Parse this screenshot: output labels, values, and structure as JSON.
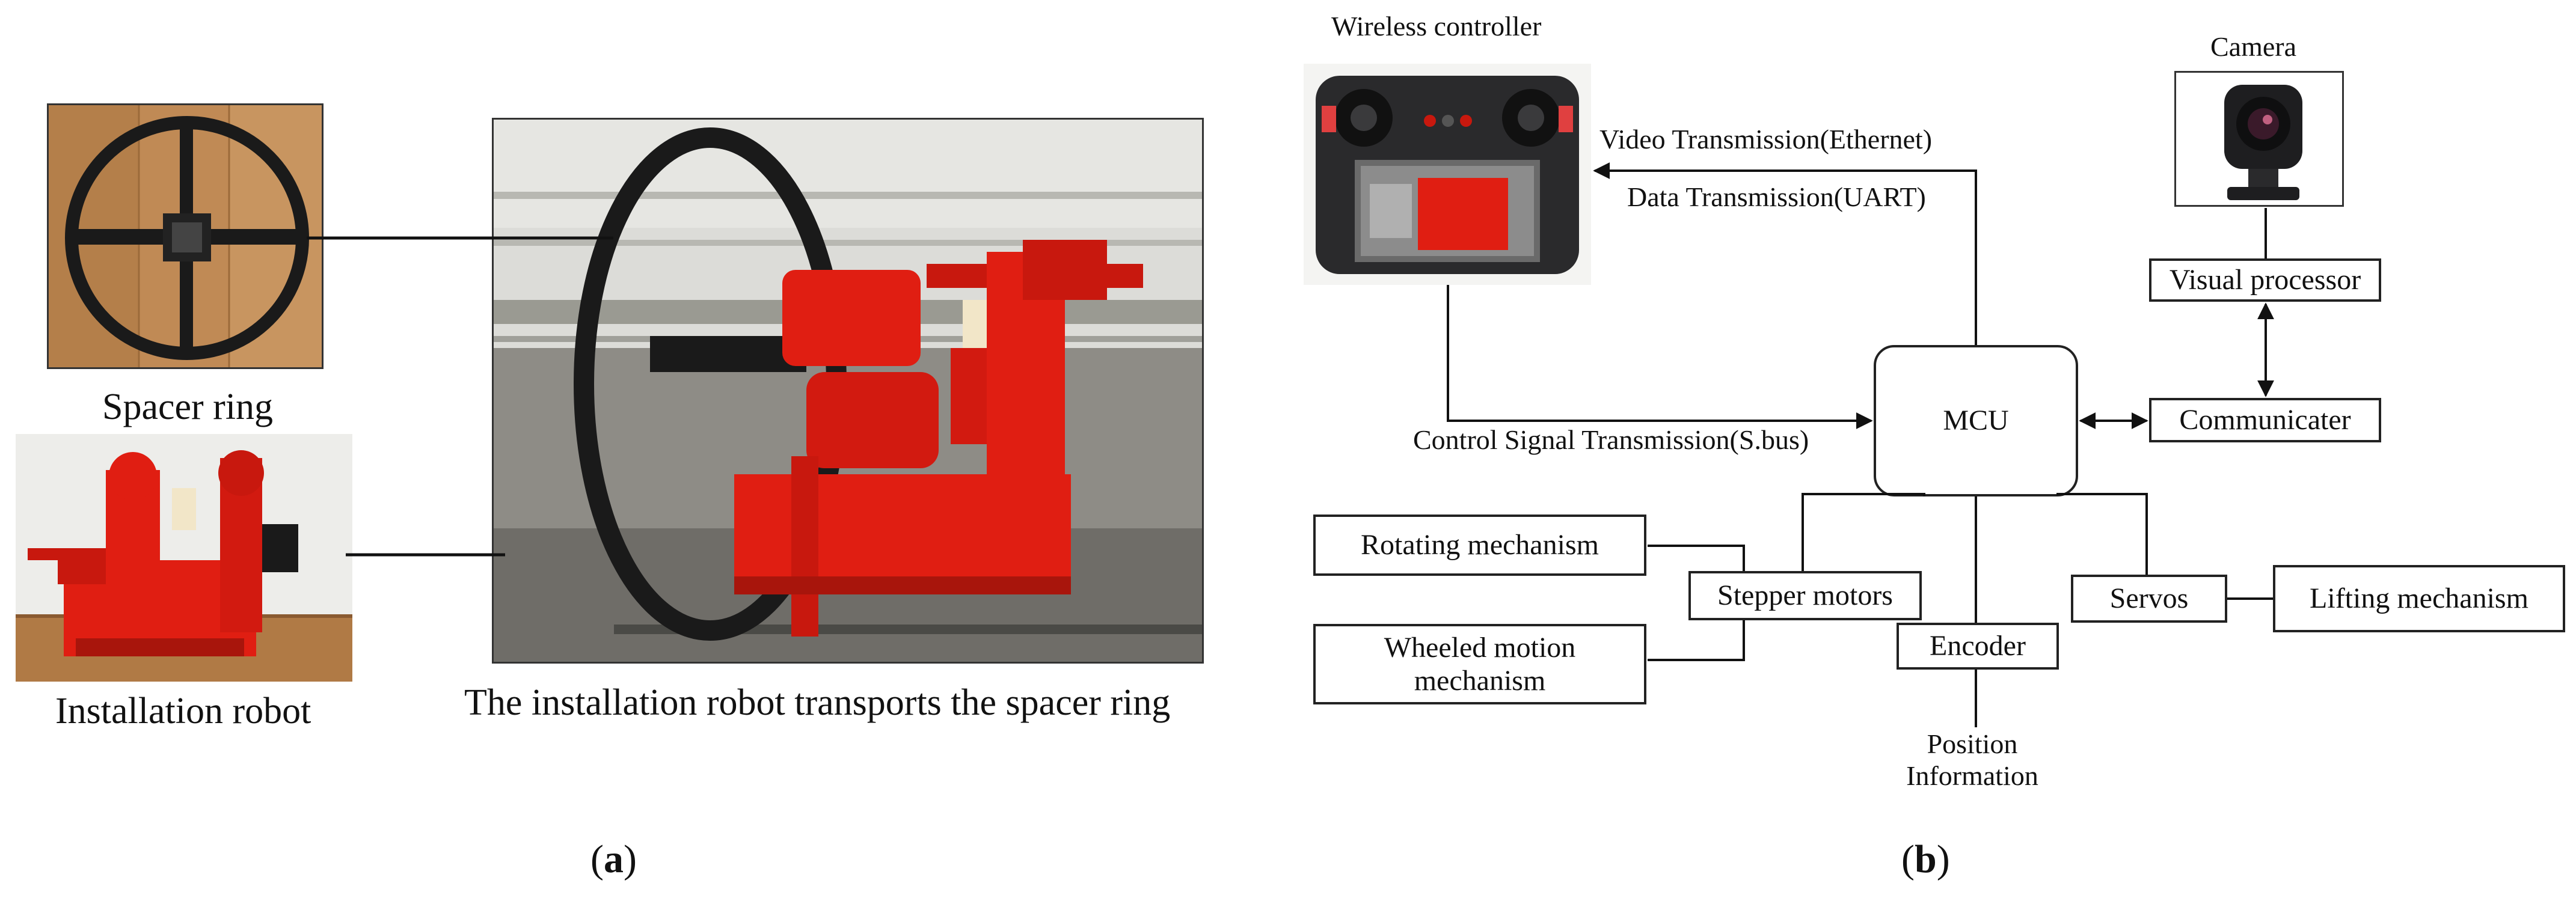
{
  "panel_a": {
    "caption": "(a)",
    "caption_letter": "a",
    "spacer_ring_label": "Spacer ring",
    "installation_robot_label": "Installation robot",
    "transport_caption": "The installation robot transports the spacer ring"
  },
  "panel_b": {
    "caption": "(b)",
    "caption_letter": "b",
    "wireless_controller_label": "Wireless controller",
    "camera_label": "Camera",
    "video_transmission": "Video Transmission(Ethernet)",
    "data_transmission": "Data Transmission(UART)",
    "control_signal": "Control Signal Transmission(S.bus)",
    "mcu": "MCU",
    "visual_processor": "Visual processor",
    "communicater": "Communicater",
    "rotating_mechanism": "Rotating mechanism",
    "wheeled_line1": "Wheeled motion",
    "wheeled_line2": "mechanism",
    "stepper_motors": "Stepper motors",
    "encoder": "Encoder",
    "servos": "Servos",
    "lifting_mechanism": "Lifting mechanism",
    "position_line1": "Position",
    "position_line2": "Information"
  },
  "colors": {
    "robot_red": "#e01e12",
    "ring_black": "#1a1a1a",
    "wood_floor": "#b07a45",
    "sky": "#dcdcd8",
    "concrete": "#8e8c86"
  }
}
